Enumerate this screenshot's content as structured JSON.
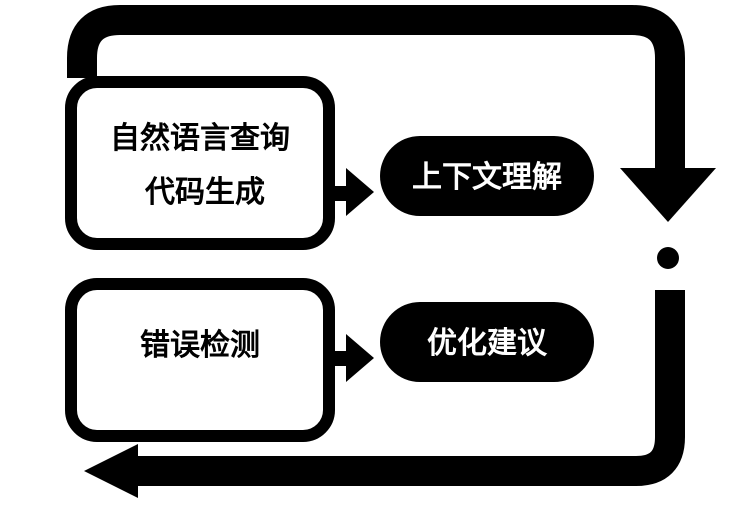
{
  "boxes": [
    {
      "lines": [
        "自然语言查询",
        "代码生成"
      ]
    },
    {
      "lines": [
        "错误检测"
      ]
    }
  ],
  "pills": [
    {
      "label": "上下文理解"
    },
    {
      "label": "优化建议"
    }
  ],
  "colors": {
    "ink": "#000000",
    "paper": "#ffffff",
    "pill_text": "#ffffff"
  }
}
